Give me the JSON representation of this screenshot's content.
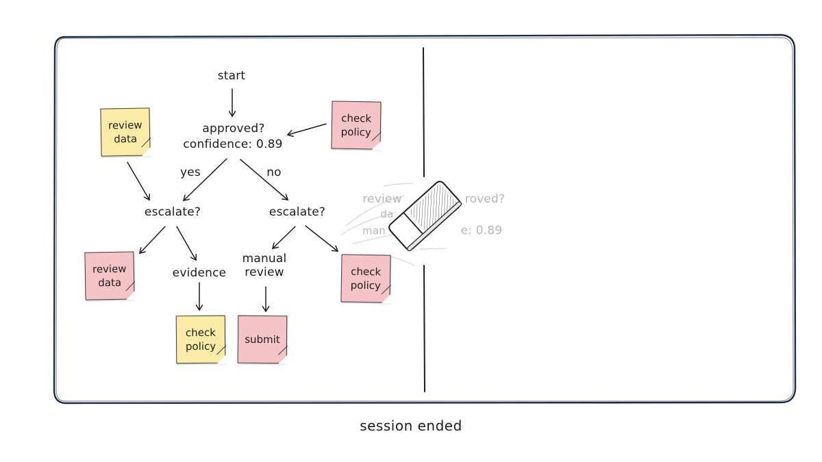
{
  "diagram": {
    "nodes": {
      "start": "start",
      "approved": "approved?",
      "confidence": "confidence: 0.89",
      "escalate_left": "escalate?",
      "escalate_right": "escalate?",
      "evidence": "evidence",
      "manual_review": "manual\nreview"
    },
    "edge_labels": {
      "yes": "yes",
      "no": "no"
    },
    "notes": {
      "review_data_top": "review\ndata",
      "check_policy_top": "check\npolicy",
      "review_data_bottom": "review\ndata",
      "check_policy_bottom_right": "check\npolicy",
      "check_policy_bottom": "check\npolicy",
      "submit": "submit"
    },
    "erased_fragments": {
      "review": "review",
      "da": "da",
      "man": "man",
      "roved": "roved?",
      "conf": "e: 0.89"
    }
  },
  "colors": {
    "yellow_note": "#fbeba6",
    "pink_note": "#f6c3c7",
    "frame": "#1d2a44"
  },
  "footer": {
    "status": "session ended"
  }
}
